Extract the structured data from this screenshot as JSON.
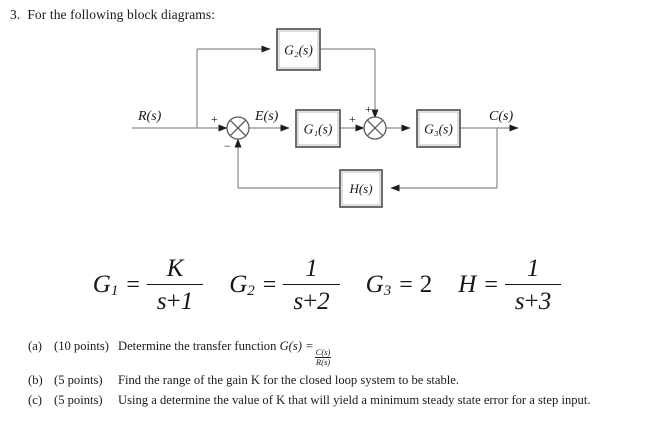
{
  "problem": {
    "number": "3.",
    "prompt": "For the following block diagrams:"
  },
  "diagram": {
    "input_label": "R(s)",
    "error_label": "E(s)",
    "output_label": "C(s)",
    "blocks": [
      {
        "name": "g2-block",
        "label": "G₂(s)"
      },
      {
        "name": "g1-block",
        "label": "G₁(s)"
      },
      {
        "name": "g3-block",
        "label": "G₃(s)"
      },
      {
        "name": "h-block",
        "label": "H(s)"
      }
    ],
    "summing_junction_1": {
      "sign_left": "+",
      "sign_bottom": "−"
    },
    "summing_junction_2": {
      "sign_left": "+",
      "sign_top": "+"
    },
    "line_color": "#8c8c8c",
    "block_border_color": "#4a4a4a",
    "text_color": "#16161a"
  },
  "equations": [
    {
      "name": "g1-equation",
      "lhs": "G",
      "subscript": "1",
      "relation": "=",
      "type": "fraction",
      "numerator": "K",
      "denominator_left": "s",
      "denominator_op": "+",
      "denominator_right": "1"
    },
    {
      "name": "g2-equation",
      "lhs": "G",
      "subscript": "2",
      "relation": "=",
      "type": "fraction",
      "numerator": "1",
      "denominator_left": "s",
      "denominator_op": "+",
      "denominator_right": "2"
    },
    {
      "name": "g3-equation",
      "lhs": "G",
      "subscript": "3",
      "relation": "=",
      "type": "scalar",
      "value": "2"
    },
    {
      "name": "h-equation",
      "lhs": "H",
      "subscript": "",
      "relation": "=",
      "type": "fraction",
      "numerator": "1",
      "denominator_left": "s",
      "denominator_op": "+",
      "denominator_right": "3"
    }
  ],
  "questions": [
    {
      "name": "question-a",
      "label": "(a)",
      "points": "(10 points)",
      "text_before": "Determine the transfer function ",
      "math_inline": "G(s) =",
      "frac_numer": "C(s)",
      "frac_denom": "R(s)",
      "text_after": ""
    },
    {
      "name": "question-b",
      "label": "(b)",
      "points": "(5 points)",
      "text_before": "Find the range of the gain K for the closed loop system to be stable.",
      "math_inline": "",
      "frac_numer": "",
      "frac_denom": "",
      "text_after": ""
    },
    {
      "name": "question-c",
      "label": "(c)",
      "points": "(5 points)",
      "text_before": "Using a determine the value of K that will yield a minimum steady state error for a step input.",
      "math_inline": "",
      "frac_numer": "",
      "frac_denom": "",
      "text_after": ""
    }
  ]
}
